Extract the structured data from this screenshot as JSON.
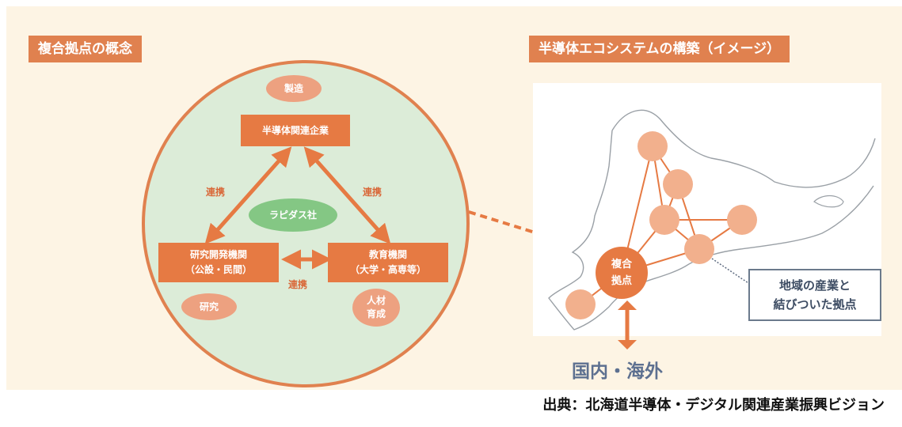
{
  "left_section": {
    "title": "複合拠点の概念",
    "top_node": "半導体関連企業",
    "bottom_left_node": [
      "研究開発機関",
      "（公設・民間）"
    ],
    "bottom_right_node": [
      "教育機関",
      "（大学・高専等）"
    ],
    "center_node": "ラピダス社",
    "satellites": {
      "top": "製造",
      "bottom_left": "研究",
      "bottom_right": [
        "人材",
        "育成"
      ]
    },
    "edge_labels": {
      "left": "連携",
      "right": "連携",
      "bottom": "連携"
    }
  },
  "right_section": {
    "title": "半導体エコシステムの構築（イメージ）",
    "hub": [
      "複合",
      "拠点"
    ],
    "callout": [
      "地域の産業と",
      "結びついた拠点"
    ],
    "domestic_overseas": "国内・海外"
  },
  "source": "出典：北海道半導体・デジタル関連産業振興ビジョン",
  "colors": {
    "background": "#fdf4e4",
    "accent_orange": "#e67a43",
    "circle_fill": "#dcecd8",
    "node_peach": "#eda180",
    "center_green": "#84c784",
    "callout_text": "#3d4c63"
  }
}
